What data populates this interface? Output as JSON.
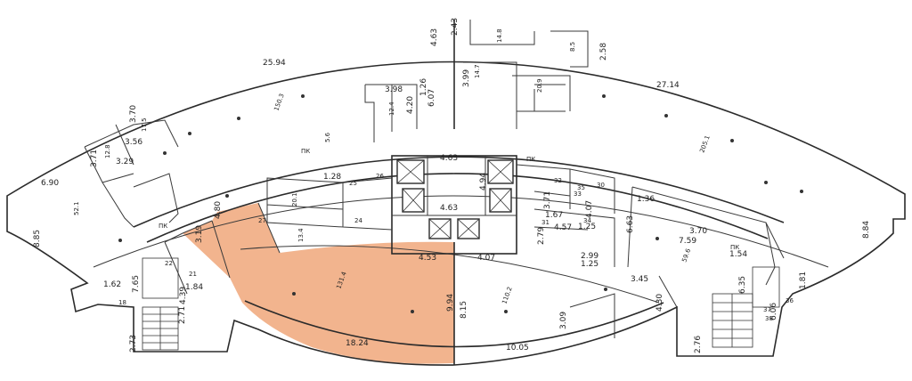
{
  "highlight_color": "#f2b48e",
  "dimensions": {
    "d_25_94": "25.94",
    "d_4_63_top": "4.63",
    "d_2_43": "2.43",
    "d_2_58": "2.58",
    "d_27_14": "27.14",
    "d_3_98": "3.98",
    "d_1_26a": "1.26",
    "d_4_20": "4.20",
    "d_6_07": "6.07",
    "d_3_99": "3.99",
    "d_3_70": "3.70",
    "d_3_56": "3.56",
    "d_3_71": "3.71",
    "d_3_29": "3.29",
    "d_6_90": "6.90",
    "d_8_85": "8.85",
    "d_1_28": "1.28",
    "d_4_63_core1": "4.63",
    "d_4_94": "4.94",
    "d_4_63_core2": "4.63",
    "d_3_71b": "3.71",
    "d_1_67": "1.67",
    "d_4_07a": "4.07",
    "d_2_79": "2.79",
    "d_4_57": "4.57",
    "d_1_25a": "1.25",
    "d_2_99": "2.99",
    "d_1_25b": "1.25",
    "d_4_53": "4.53",
    "d_4_07b": "4.07",
    "d_6_63": "6.63",
    "d_1_36": "1.36",
    "d_3_70b": "3.70",
    "d_7_59": "7.59",
    "d_1_54": "1.54",
    "d_3_45": "3.45",
    "d_6_35": "6.35",
    "d_4_30": "4.30",
    "d_6_06": "6.06",
    "d_1_81": "1.81",
    "d_8_84": "8.84",
    "d_4_80": "4.80",
    "d_3_19": "3.19",
    "d_1_84": "1.84",
    "d_1_62": "1.62",
    "d_7_65": "7.65",
    "d_4_39": "4.39",
    "d_2_71": "2.71",
    "d_2_73": "2.73",
    "d_9_94": "9.94",
    "d_8_15": "8.15",
    "d_3_09": "3.09",
    "d_18_24": "18.24",
    "d_10_05": "10.05",
    "d_2_76": "2.76"
  },
  "rooms": {
    "r_24": "24",
    "r_25": "25",
    "r_26": "26",
    "r_31": "31",
    "r_32": "32",
    "r_33": "33",
    "r_34": "34",
    "r_35": "35",
    "r_36": "36",
    "r_37": "37",
    "r_38": "38",
    "r_18": "18",
    "r_21": "21",
    "r_22": "22",
    "r_27": "27",
    "r_30": "30"
  },
  "room_areas": {
    "a_west": "52.1",
    "a_north_west": "150.3",
    "a_north_east": "205.1",
    "a_highlight": "131.4",
    "a_south": "110.2",
    "a_east": "59.6",
    "a_small_1": "12.8",
    "a_small_2": "17.5",
    "a_small_3": "12.4",
    "a_small_4": "14.8",
    "a_small_5": "8.5",
    "a_small_6": "14.7",
    "a_small_7": "20.9",
    "a_small_8": "13.4",
    "a_small_9": "20.1",
    "a_small_10": "5.6"
  },
  "corridor_label": "ПК"
}
